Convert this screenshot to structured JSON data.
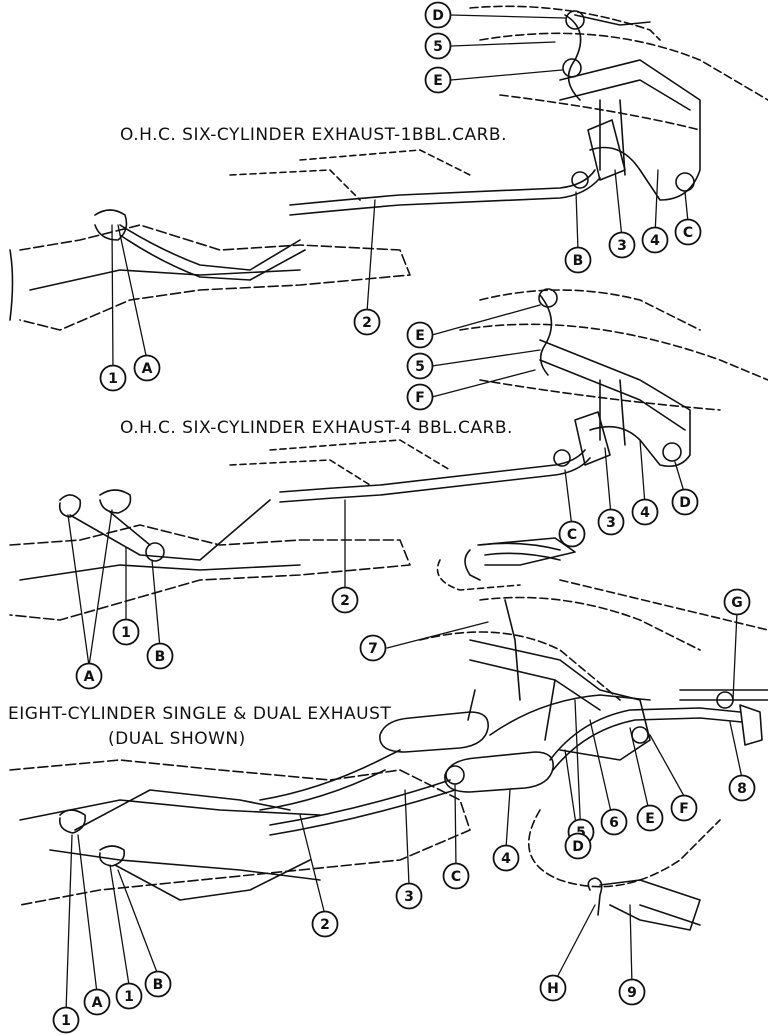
{
  "titles": {
    "ohc_1bbl": "O.H.C. SIX-CYLINDER EXHAUST-1BBL.CARB.",
    "ohc_4bbl": "O.H.C. SIX-CYLINDER EXHAUST-4 BBL.CARB.",
    "eight_line1": "EIGHT-CYLINDER SINGLE & DUAL EXHAUST",
    "eight_line2": "(DUAL SHOWN)"
  },
  "callouts": {
    "top": [
      "D",
      "5",
      "E",
      "2",
      "B",
      "3",
      "4",
      "C",
      "1",
      "A"
    ],
    "middle": [
      "E",
      "5",
      "F",
      "4",
      "D",
      "3",
      "C",
      "2",
      "A",
      "1",
      "B"
    ],
    "bottom": [
      "G",
      "7",
      "8",
      "F",
      "E",
      "6",
      "5",
      "D",
      "4",
      "C",
      "3",
      "2",
      "B",
      "1",
      "A",
      "1",
      "H",
      "9"
    ]
  },
  "colors": {
    "ink": "#111111",
    "paper": "#ffffff"
  }
}
